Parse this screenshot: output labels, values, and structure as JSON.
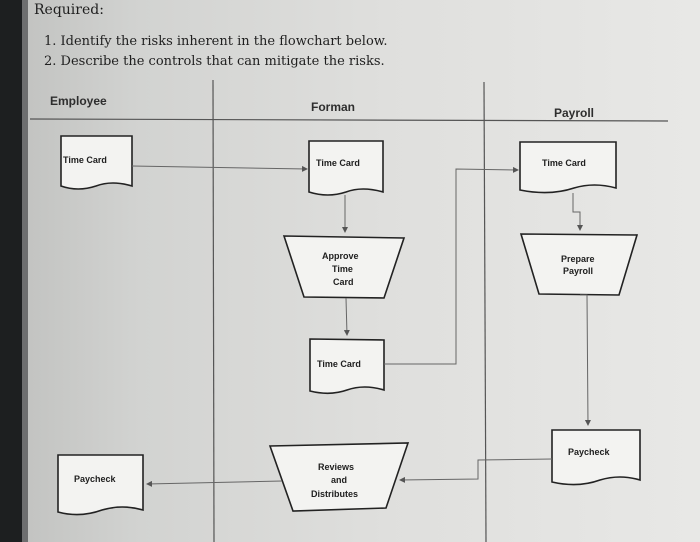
{
  "header": {
    "title": "Required:",
    "items": [
      "1. Identify the risks inherent in the flowchart below.",
      "2. Describe the controls that can mitigate the risks."
    ]
  },
  "lanes": [
    "Employee",
    "Forman",
    "Payroll"
  ],
  "nodes": {
    "emp_timecard": "Time Card",
    "forman_timecard": "Time Card",
    "approve_line1": "Approve",
    "approve_line2": "Time",
    "approve_line3": "Card",
    "forman_timecard2": "Time Card",
    "reviews_line1": "Reviews",
    "reviews_line2": "and",
    "reviews_line3": "Distributes",
    "emp_paycheck": "Paycheck",
    "payroll_timecard": "Time Card",
    "prepare_line1": "Prepare",
    "prepare_line2": "Payroll",
    "payroll_paycheck": "Paycheck"
  }
}
